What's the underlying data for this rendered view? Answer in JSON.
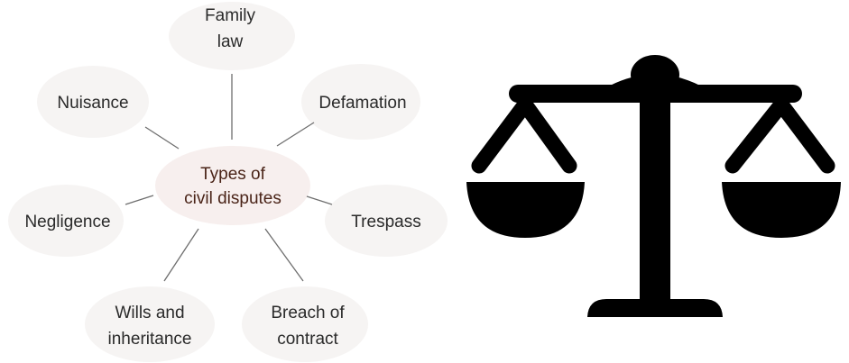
{
  "center": {
    "line1": "Types of",
    "line2": "civil disputes"
  },
  "nodes": {
    "family_law": {
      "line1": "Family",
      "line2": "law"
    },
    "defamation": {
      "line1": "Defamation"
    },
    "trespass": {
      "line1": "Trespass"
    },
    "breach_of_contract": {
      "line1": "Breach of",
      "line2": "contract"
    },
    "wills_and_inheritance": {
      "line1": "Wills and",
      "line2": "inheritance"
    },
    "negligence": {
      "line1": "Negligence"
    },
    "nuisance": {
      "line1": "Nuisance"
    }
  },
  "colors": {
    "scale_icon": "#000000",
    "connector": "#6e6e6e",
    "bubble": "#f6f4f3"
  },
  "icon": "scales-of-justice-icon"
}
